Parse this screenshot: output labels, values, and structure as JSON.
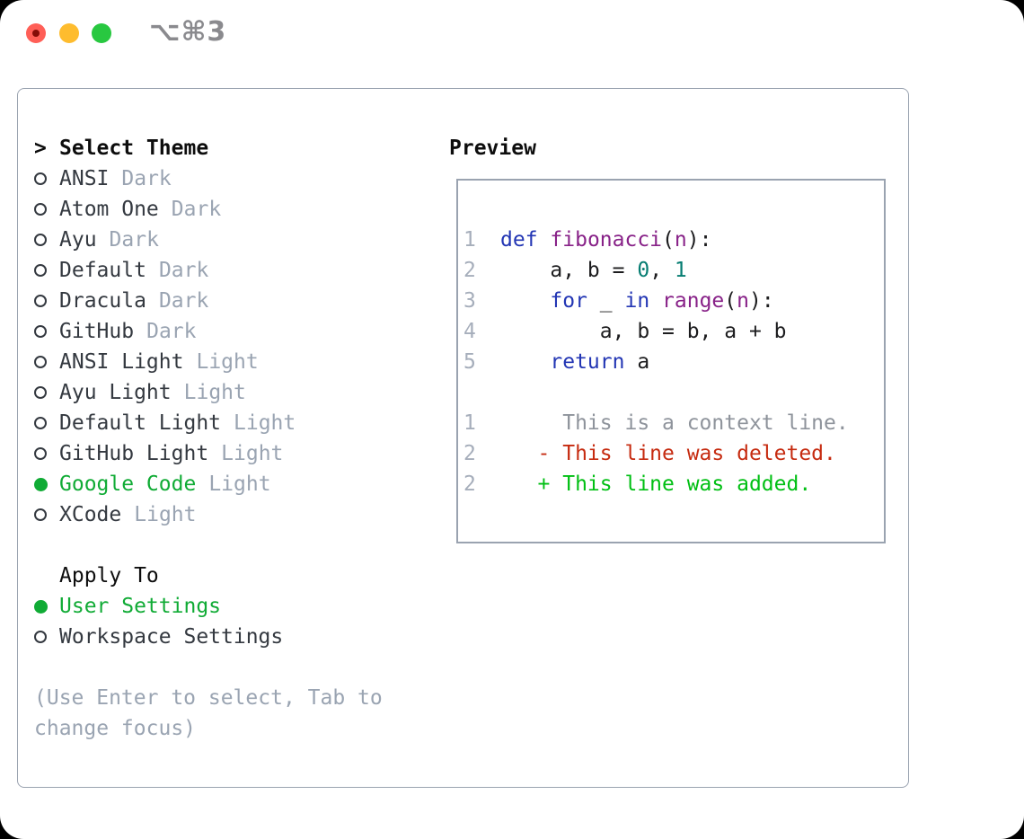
{
  "colors": {
    "page_bg": "#000000",
    "window_bg": "#ffffff",
    "panel_border": "#9aa3b0",
    "traffic_red": "#ff5f57",
    "traffic_red_dot": "#850d08",
    "traffic_yellow": "#febc2e",
    "traffic_green": "#28c840",
    "title_gray": "#8a8a8e",
    "heading_black": "#0d0d0d",
    "item_text": "#343940",
    "tag_gray": "#9aa4b2",
    "help_gray": "#9aa4b2",
    "selected_green": "#10ab35",
    "line_number": "#a6aebb",
    "code_keyword": "#2336b4",
    "code_function": "#882288",
    "code_number": "#067d72",
    "code_plain": "#1c1c1e",
    "diff_context": "#8e939b",
    "diff_deleted": "#c62b10",
    "diff_added": "#00bf13"
  },
  "window": {
    "title": "⌥⌘3"
  },
  "theme_panel": {
    "header": {
      "cursor": ">",
      "label": "Select Theme"
    },
    "items": [
      {
        "name": "ANSI",
        "tag": "Dark",
        "selected": false
      },
      {
        "name": "Atom One",
        "tag": "Dark",
        "selected": false
      },
      {
        "name": "Ayu",
        "tag": "Dark",
        "selected": false
      },
      {
        "name": "Default",
        "tag": "Dark",
        "selected": false
      },
      {
        "name": "Dracula",
        "tag": "Dark",
        "selected": false
      },
      {
        "name": "GitHub",
        "tag": "Dark",
        "selected": false
      },
      {
        "name": "ANSI Light",
        "tag": "Light",
        "selected": false
      },
      {
        "name": "Ayu Light",
        "tag": "Light",
        "selected": false
      },
      {
        "name": "Default Light",
        "tag": "Light",
        "selected": false
      },
      {
        "name": "GitHub Light",
        "tag": "Light",
        "selected": false
      },
      {
        "name": "Google Code",
        "tag": "Light",
        "selected": true
      },
      {
        "name": "XCode",
        "tag": "Light",
        "selected": false
      }
    ],
    "apply_to": {
      "label": "Apply To",
      "options": [
        {
          "name": "User Settings",
          "selected": true
        },
        {
          "name": "Workspace Settings",
          "selected": false
        }
      ]
    },
    "help_text": "(Use Enter to select, Tab to change focus)"
  },
  "preview": {
    "label": "Preview",
    "code_lines": [
      {
        "num": "1",
        "segments": [
          {
            "text": "def",
            "color": "keyword"
          },
          {
            "text": " ",
            "color": "plain"
          },
          {
            "text": "fibonacci",
            "color": "function"
          },
          {
            "text": "(",
            "color": "plain"
          },
          {
            "text": "n",
            "color": "function"
          },
          {
            "text": "):",
            "color": "plain"
          }
        ]
      },
      {
        "num": "2",
        "segments": [
          {
            "text": "    a, b = ",
            "color": "plain"
          },
          {
            "text": "0",
            "color": "number"
          },
          {
            "text": ", ",
            "color": "plain"
          },
          {
            "text": "1",
            "color": "number"
          }
        ]
      },
      {
        "num": "3",
        "segments": [
          {
            "text": "    ",
            "color": "plain"
          },
          {
            "text": "for",
            "color": "keyword"
          },
          {
            "text": " _ ",
            "color": "plain"
          },
          {
            "text": "in",
            "color": "keyword"
          },
          {
            "text": " ",
            "color": "plain"
          },
          {
            "text": "range",
            "color": "function"
          },
          {
            "text": "(",
            "color": "plain"
          },
          {
            "text": "n",
            "color": "function"
          },
          {
            "text": "):",
            "color": "plain"
          }
        ]
      },
      {
        "num": "4",
        "segments": [
          {
            "text": "        a, b = b, a + b",
            "color": "plain"
          }
        ]
      },
      {
        "num": "5",
        "segments": [
          {
            "text": "    ",
            "color": "plain"
          },
          {
            "text": "return",
            "color": "keyword"
          },
          {
            "text": " a",
            "color": "plain"
          }
        ]
      }
    ],
    "diff_lines": [
      {
        "num": "1",
        "type": "context",
        "text": "     This is a context line."
      },
      {
        "num": "2",
        "type": "deleted",
        "text": "   - This line was deleted."
      },
      {
        "num": "2",
        "type": "added",
        "text": "   + This line was added."
      }
    ]
  }
}
